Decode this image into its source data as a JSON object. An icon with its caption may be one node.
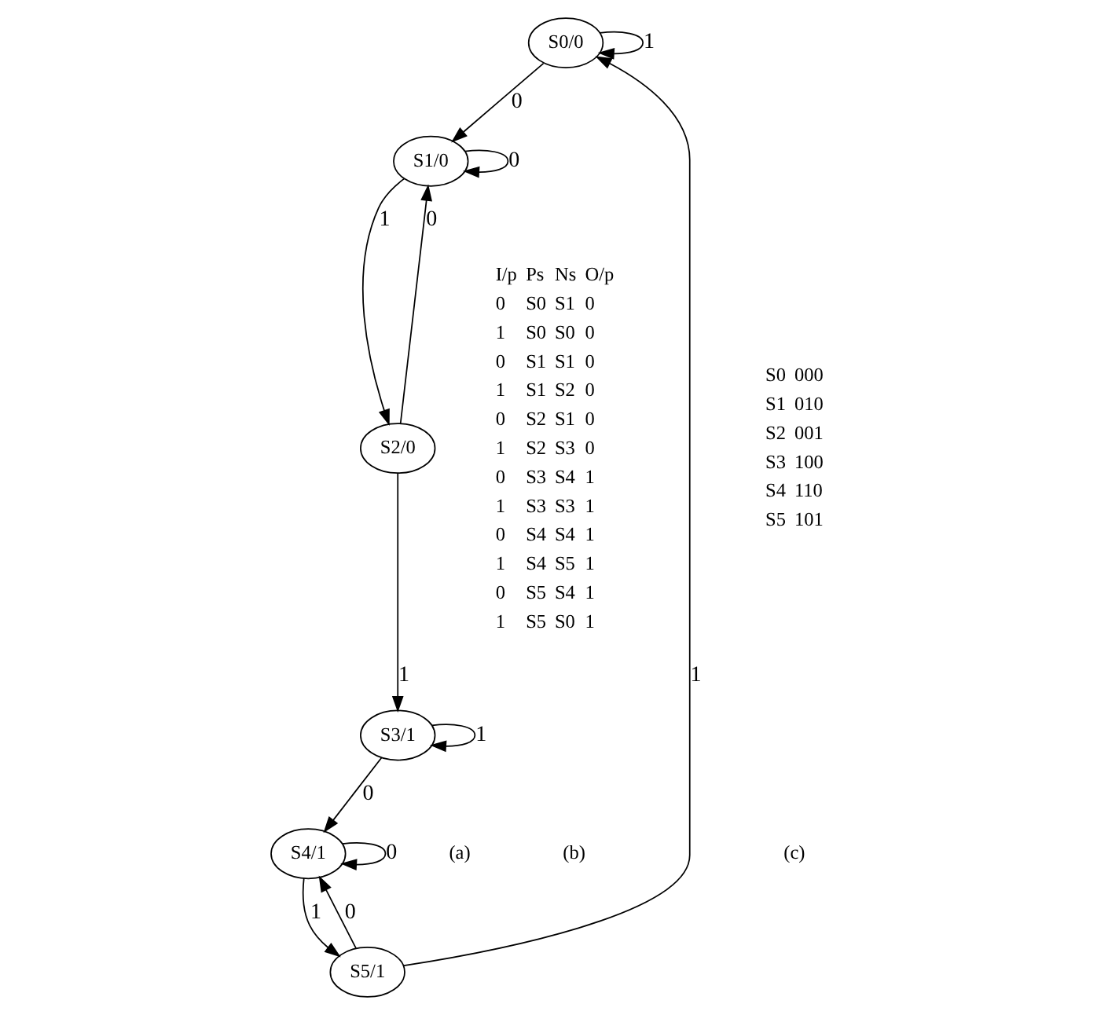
{
  "diagram": {
    "nodes": [
      {
        "text": [
          "S0/0"
        ]
      },
      {
        "text": [
          "S1/0"
        ]
      },
      {
        "text": [
          "S2/0"
        ]
      },
      {
        "text": [
          "S3/1"
        ]
      },
      {
        "text": [
          "S4/1"
        ]
      },
      {
        "text": [
          "S5/1"
        ]
      }
    ],
    "edges": [
      {
        "from": 0,
        "to": 0,
        "arrow": "to",
        "label": "1"
      },
      {
        "from": 0,
        "to": 1,
        "arrow": "to",
        "label": "0"
      },
      {
        "from": 1,
        "to": 1,
        "arrow": "to",
        "label": "0"
      },
      {
        "from": 1,
        "to": 2,
        "arrow": "to",
        "label": "1"
      },
      {
        "from": 2,
        "to": 1,
        "arrow": "to",
        "label": "0"
      },
      {
        "from": 2,
        "to": 3,
        "arrow": "to",
        "label": "1"
      },
      {
        "from": 3,
        "to": 3,
        "arrow": "to",
        "label": "1"
      },
      {
        "from": 3,
        "to": 4,
        "arrow": "to",
        "label": "0"
      },
      {
        "from": 4,
        "to": 4,
        "arrow": "to",
        "label": "0"
      },
      {
        "from": 4,
        "to": 5,
        "arrow": "to",
        "label": "1"
      },
      {
        "from": 5,
        "to": 4,
        "arrow": "to",
        "label": "0"
      },
      {
        "from": 5,
        "to": 0,
        "arrow": "to",
        "label": "1"
      }
    ],
    "labels": [
      "I/p",
      "Ps",
      "Ns",
      "O/p",
      "0",
      "S0",
      "S1",
      "0",
      "1",
      "S0",
      "S0",
      "0",
      "0",
      "S1",
      "S1",
      "0",
      "1",
      "S1",
      "S2",
      "0",
      "0",
      "S2",
      "S1",
      "0",
      "1",
      "S2",
      "S3",
      "0",
      "0",
      "S3",
      "S4",
      "1",
      "1",
      "S3",
      "S3",
      "1",
      "0",
      "S4",
      "S4",
      "1",
      "1",
      "S4",
      "S5",
      "1",
      "0",
      "S5",
      "S4",
      "1",
      "1",
      "S5",
      "S0",
      "1",
      "S0",
      "000",
      "S1",
      "010",
      "S2",
      "001",
      "S3",
      "100",
      "S4",
      "110",
      "S5",
      "101",
      "(a)",
      "(b)",
      "(c)"
    ]
  }
}
